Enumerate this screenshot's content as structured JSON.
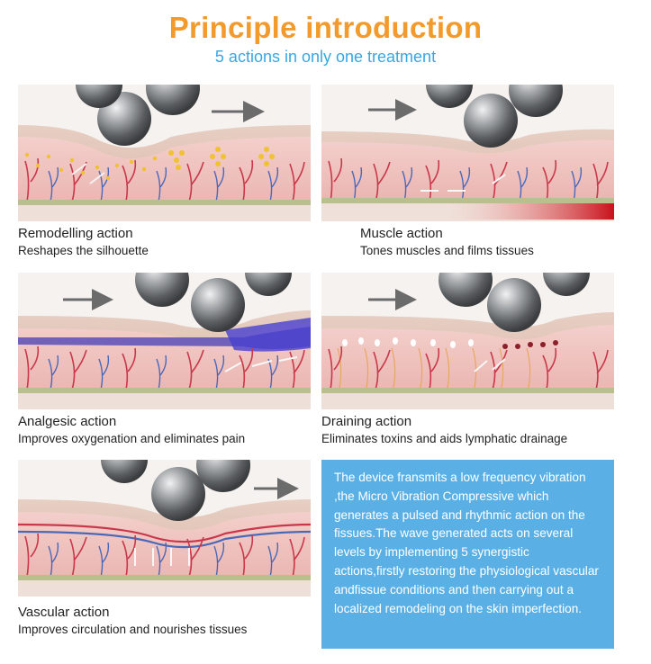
{
  "header": {
    "title": "Principle introduction",
    "subtitle": "5 actions in only one treatment"
  },
  "panels": [
    {
      "title": "Remodelling action",
      "subtitle": "Reshapes the silhouette"
    },
    {
      "title": "Muscle action",
      "subtitle": "Tones muscles and films tissues"
    },
    {
      "title": "Analgesic action",
      "subtitle": "Improves oxygenation and eliminates pain"
    },
    {
      "title": "Draining action",
      "subtitle": "Eliminates toxins and aids lymphatic drainage"
    },
    {
      "title": "Vascular action",
      "subtitle": "Improves circulation and nourishes tissues"
    }
  ],
  "info_box": {
    "text": "The device fransmits a low frequency vibration ,the Micro Vibration Compressive which generates a pulsed and rhythmic action on the fissues.The wave generated acts on several levels by implementing 5 synergistic actions,firstly restoring the physiological vascular andfissue conditions and then carrying out a localized remodeling on the skin imperfection."
  },
  "colors": {
    "title": "#f39a2c",
    "subtitle": "#3aa6e0",
    "info_box": "#5ab0e4",
    "tissue": "#efc2be",
    "vessel_red": "#c8384a",
    "vessel_blue": "#4b68b8"
  }
}
